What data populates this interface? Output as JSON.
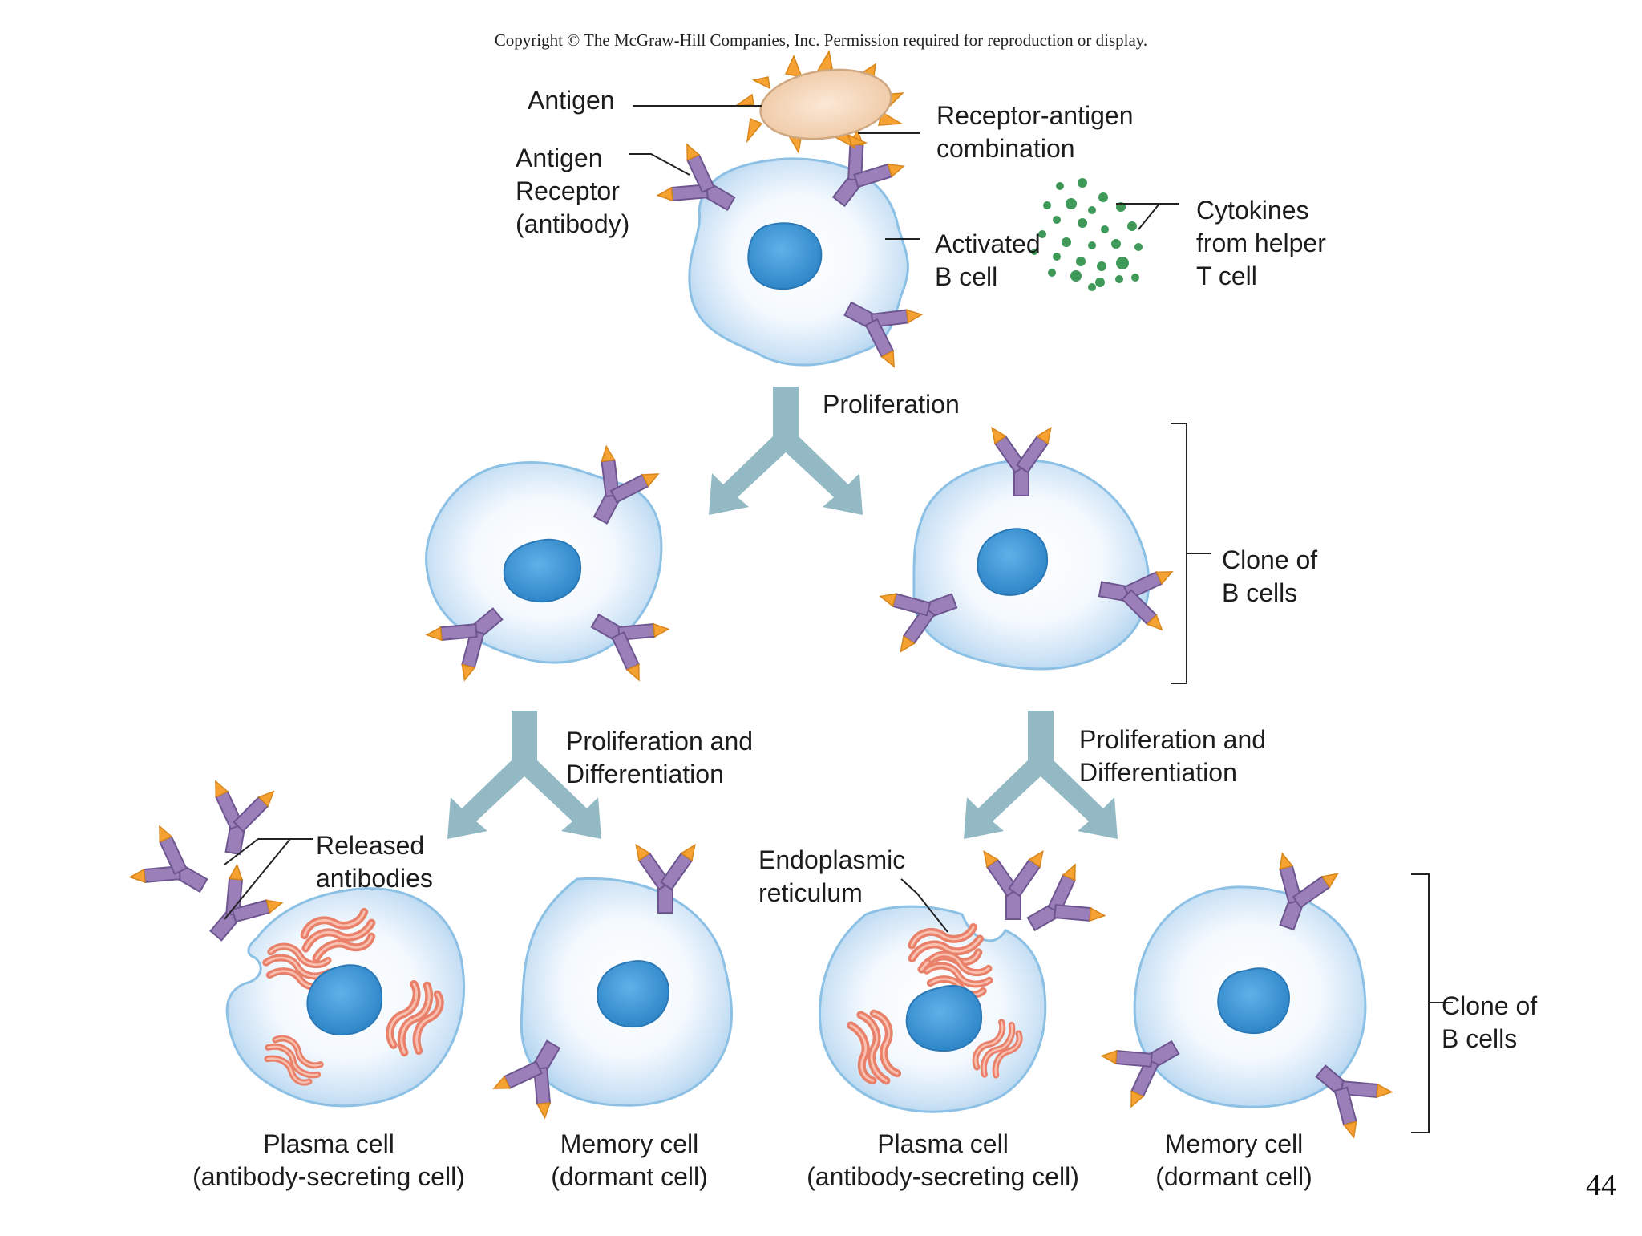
{
  "copyright": "Copyright © The McGraw-Hill Companies, Inc. Permission required for reproduction or display.",
  "page_number": "44",
  "colors": {
    "cell_fill": "#d8e9f8",
    "cell_stroke": "#8cc0e4",
    "nucleus": "#3a93d4",
    "receptor": "#9b7fb8",
    "receptor_tip": "#f5a232",
    "arrow": "#93b9c4",
    "antigen": "#f6dcc0",
    "cytokine": "#3f9a5a",
    "er": "#e8806a"
  },
  "labels": {
    "antigen": "Antigen",
    "antigen_receptor": "Antigen\nReceptor\n(antibody)",
    "receptor_antigen": "Receptor-antigen\ncombination",
    "activated_b_cell": "Activated\nB cell",
    "cytokines": "Cytokines\nfrom helper\nT cell",
    "proliferation": "Proliferation",
    "clone_top": "Clone of\nB cells",
    "prolif_diff_left": "Proliferation and\nDifferentiation",
    "prolif_diff_right": "Proliferation and\nDifferentiation",
    "released_antibodies": "Released\nantibodies",
    "endoplasmic_reticulum": "Endoplasmic\nreticulum",
    "clone_bottom": "Clone of\nB cells",
    "plasma_cell_1": "Plasma cell\n(antibody-secreting cell)",
    "memory_cell_1": "Memory cell\n(dormant cell)",
    "plasma_cell_2": "Plasma cell\n(antibody-secreting cell)",
    "memory_cell_2": "Memory cell\n(dormant cell)"
  }
}
